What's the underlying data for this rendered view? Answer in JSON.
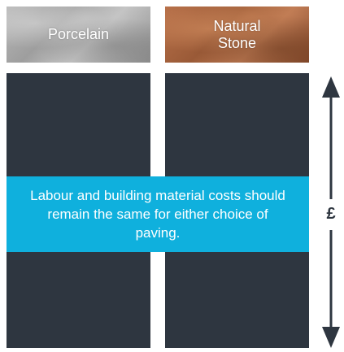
{
  "tiles": {
    "porcelain": "Porcelain",
    "natural_stone_line1": "Natural",
    "natural_stone_line2": "Stone"
  },
  "banner": {
    "text": "Labour and building material costs should remain the same for either choice of paving."
  },
  "scale": {
    "symbol": "£"
  },
  "colors": {
    "column": "#2e3640",
    "banner": "#0fb0dd",
    "arrow": "#2e3640"
  }
}
